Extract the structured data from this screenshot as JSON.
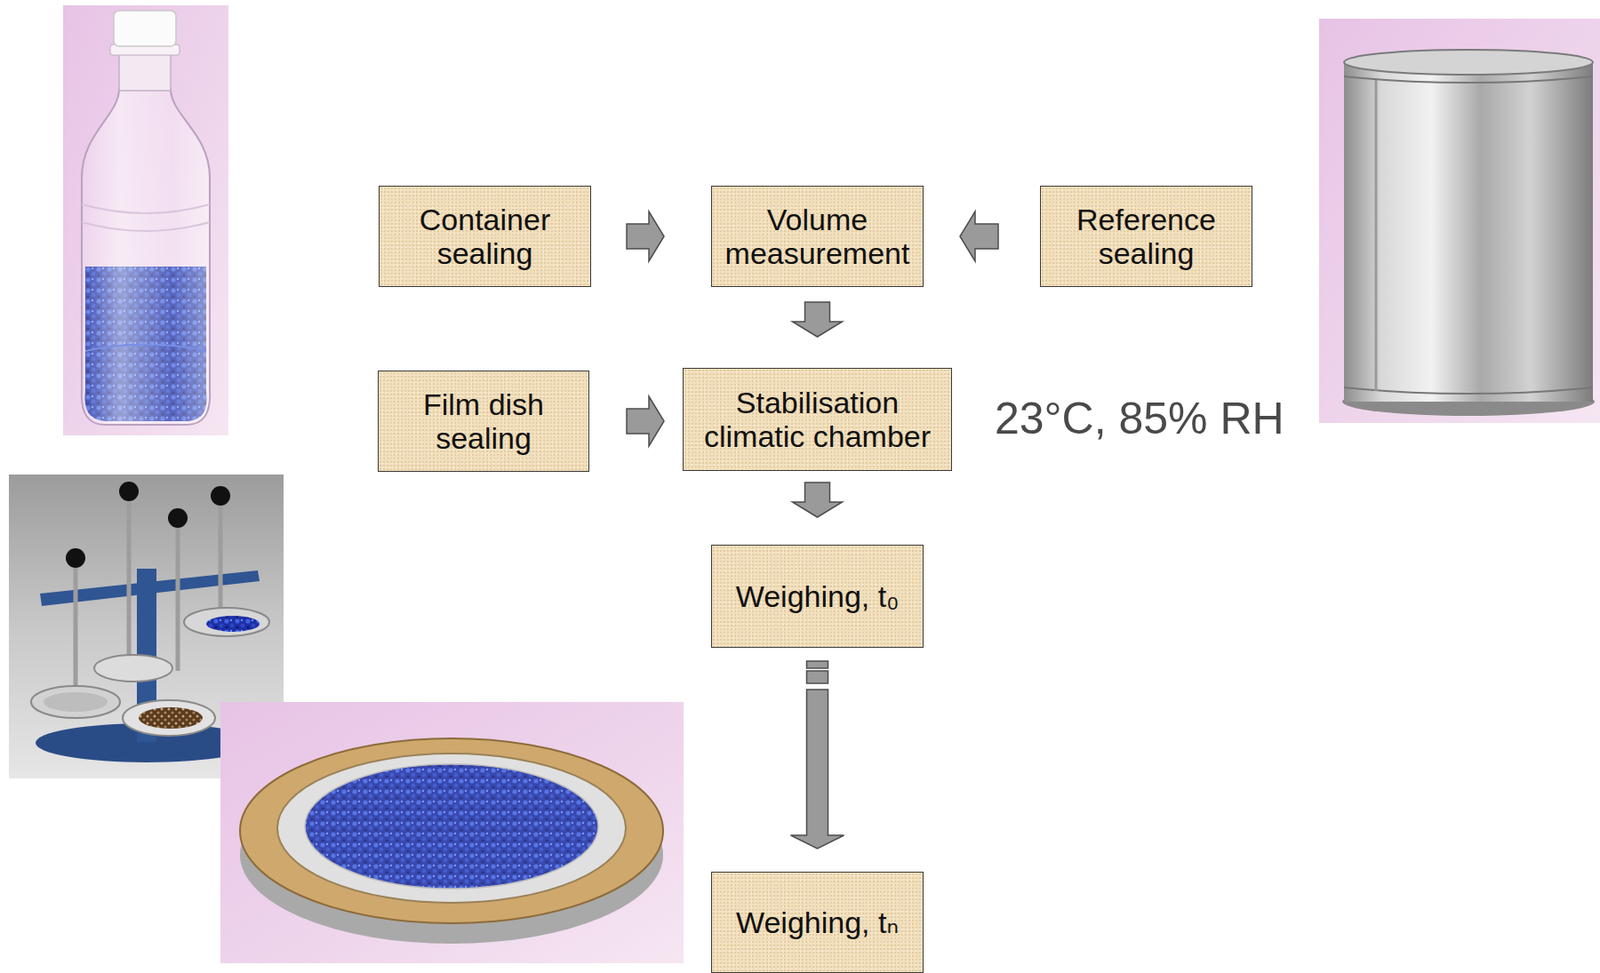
{
  "diagram": {
    "nodes": [
      {
        "text": [
          "Container sealing"
        ]
      },
      {
        "text": [
          "Volume measurement"
        ]
      },
      {
        "text": [
          "Reference sealing"
        ]
      },
      {
        "text": [
          "Film dish sealing"
        ]
      },
      {
        "text": [
          "Stabilisation climatic chamber"
        ]
      },
      {
        "text": [
          "Weighing, t₀"
        ]
      },
      {
        "text": [
          "Weighing, tₙ"
        ]
      }
    ],
    "edges": [
      {
        "from": 0,
        "to": 1,
        "arrow": "to"
      },
      {
        "from": 2,
        "to": 1,
        "arrow": "to"
      },
      {
        "from": 1,
        "to": 4,
        "arrow": "to"
      },
      {
        "from": 3,
        "to": 4,
        "arrow": "to"
      },
      {
        "from": 4,
        "to": 5,
        "arrow": "to"
      },
      {
        "from": 5,
        "to": 6,
        "arrow": "to"
      }
    ],
    "labels": [
      "23°C, 85% RH"
    ]
  }
}
